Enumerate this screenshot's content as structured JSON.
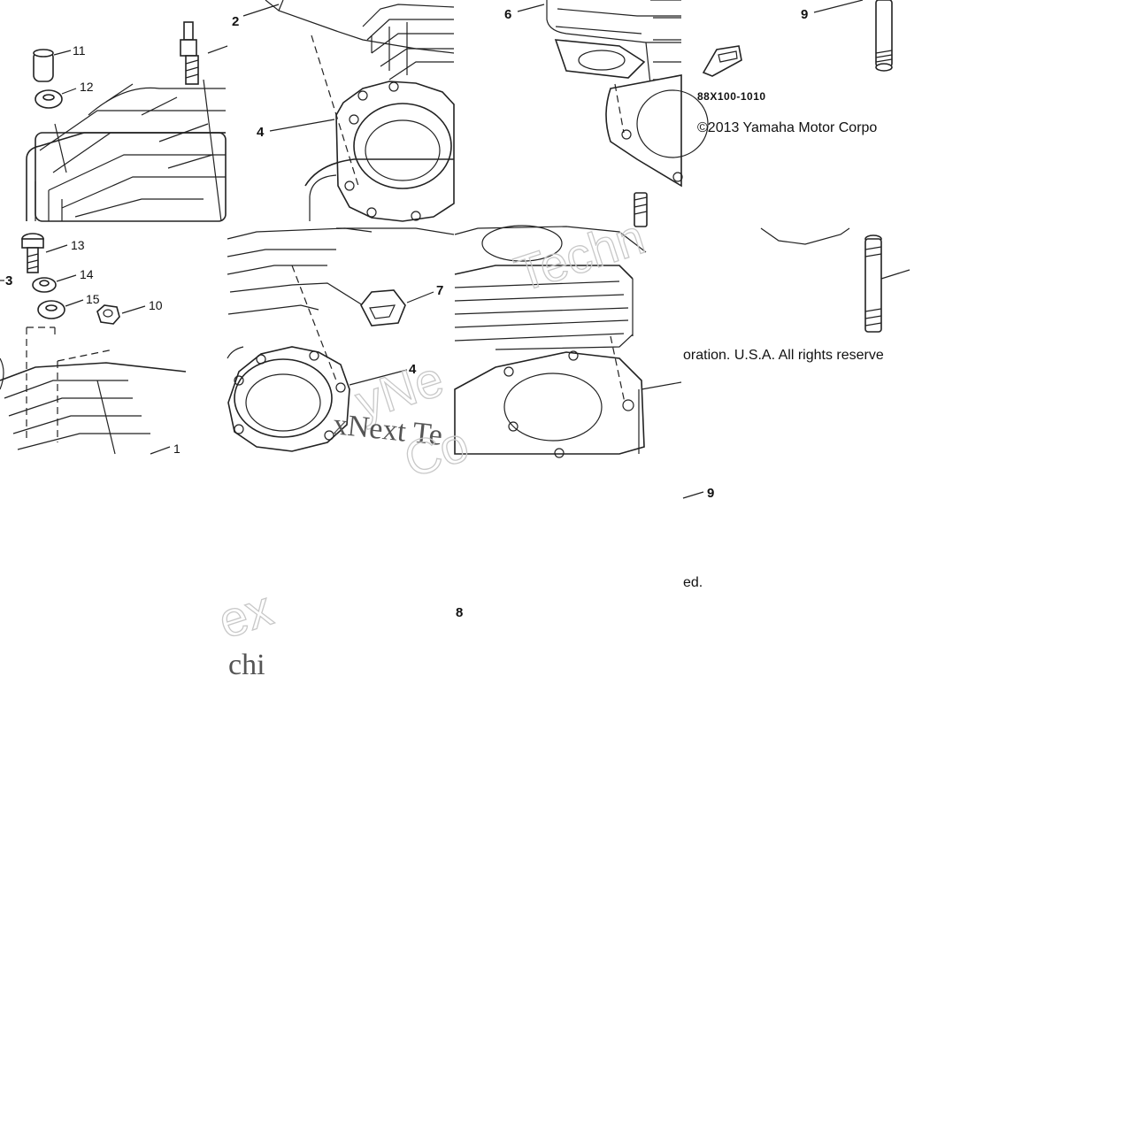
{
  "diagram": {
    "callouts": {
      "c1": "1",
      "c2": "2",
      "c3": "3",
      "c4a": "4",
      "c4b": "4",
      "c6": "6",
      "c7": "7",
      "c8": "8",
      "c9a": "9",
      "c9b": "9",
      "c10": "10",
      "c11": "11",
      "c12": "12",
      "c13": "13",
      "c14": "14",
      "c15": "15"
    },
    "part_code": "88X100-1010",
    "copyright_a": "©2013 Yamaha Motor Corpo",
    "copyright_b": "oration. U.S.A. All rights reserve",
    "copyright_c": "ed.",
    "watermarks": {
      "w1": "Techn",
      "w2": "yNe",
      "w3": "xNext Te",
      "w4": "Co",
      "w5": "ex",
      "w6": "chi"
    },
    "colors": {
      "line": "#222222",
      "background": "#ffffff",
      "watermark": "#c8c8c8"
    }
  }
}
